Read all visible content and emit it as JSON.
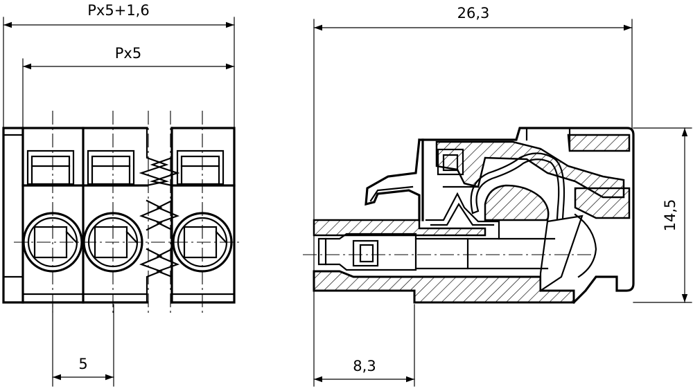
{
  "dimensions": {
    "pitch_overall": "Px5+1,6",
    "pitch_span": "Px5",
    "pitch": "5",
    "length": "26,3",
    "height": "14,5",
    "plug_depth": "8,3"
  }
}
